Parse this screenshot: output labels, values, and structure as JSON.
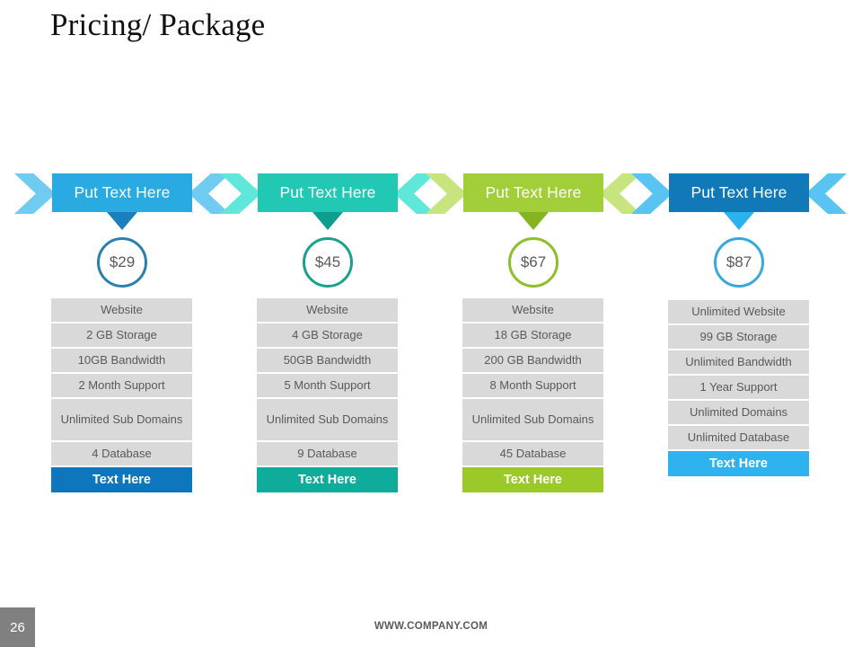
{
  "slide": {
    "title": "Pricing/ Package",
    "page_number": "26",
    "footer_url": "WWW.COMPANY.COM"
  },
  "columns": [
    {
      "banner_label": "Put Text Here",
      "price": "$29",
      "cta_label": "Text Here",
      "banner_color": "#29abe2",
      "banner_tail_color": "#6fcbf0",
      "banner_pointer_color": "#1a7fba",
      "circle_color": "#2b7fae",
      "cta_color": "#0e76bc",
      "features": [
        "Website",
        "2 GB Storage",
        "10GB Bandwidth",
        "2 Month Support",
        "Unlimited Sub Domains",
        "4 Database"
      ]
    },
    {
      "banner_label": "Put Text Here",
      "price": "$45",
      "cta_label": "Text Here",
      "banner_color": "#21c9b5",
      "banner_tail_color": "#5fe8da",
      "banner_pointer_color": "#0f9e8d",
      "circle_color": "#1aa08f",
      "cta_color": "#0fab9b",
      "features": [
        "Website",
        "4 GB Storage",
        "50GB Bandwidth",
        "5 Month Support",
        "Unlimited Sub Domains",
        "9 Database"
      ]
    },
    {
      "banner_label": "Put Text Here",
      "price": "$67",
      "cta_label": "Text Here",
      "banner_color": "#a2ce39",
      "banner_tail_color": "#c7e47f",
      "banner_pointer_color": "#86b321",
      "circle_color": "#8cbf2b",
      "cta_color": "#9cc92a",
      "features": [
        "Website",
        "18 GB Storage",
        "200 GB Bandwidth",
        "8  Month Support",
        "Unlimited Sub Domains",
        "45 Database"
      ]
    },
    {
      "banner_label": "Put Text Here",
      "price": "$87",
      "cta_label": "Text Here",
      "banner_color": "#1179b8",
      "banner_tail_color": "#59c4f2",
      "banner_pointer_color": "#2bb2ef",
      "circle_color": "#39a8dd",
      "cta_color": "#2fb3f0",
      "features": [
        "Unlimited Website",
        "99 GB Storage",
        "Unlimited Bandwidth",
        "1 Year Support",
        "Unlimited Domains",
        "Unlimited Database"
      ]
    }
  ]
}
